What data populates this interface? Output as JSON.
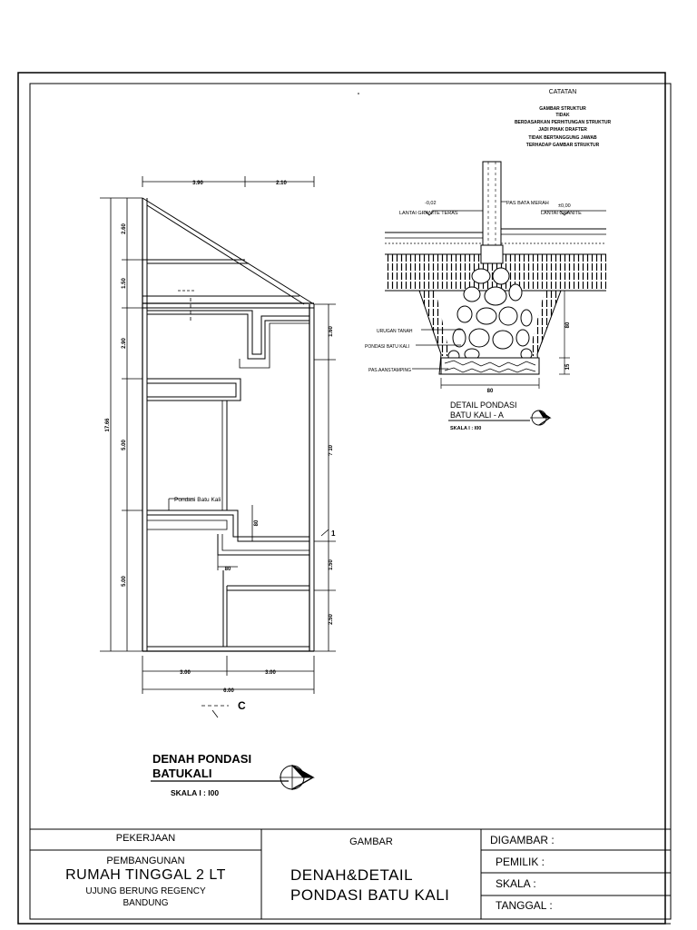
{
  "notes": {
    "title": "CATATAN",
    "lines": [
      "GAMBAR STRUKTUR",
      "TIDAK",
      "BERDASARKAN PERHITUNGAN STRUKTUR",
      "JADI PIHAK DRAFTER",
      "TIDAK BERTANGGUNG JAWAB",
      "TERHADAP GAMBAR STRUKTUR"
    ]
  },
  "plan": {
    "title_line1": "DENAH PONDASI",
    "title_line2": "BATUKALI",
    "scale": "SKALA   I  : I00",
    "top_dims": [
      "3.90",
      "2.10"
    ],
    "bottom_dims": [
      "3.00",
      "3.00"
    ],
    "total_width": "6.00",
    "left_dims": [
      "2.60",
      "1.50",
      "2.90",
      "5.00",
      "5.00"
    ],
    "total_height": "17.66",
    "right_dims": [
      "1.60",
      "1.50",
      "2.50"
    ],
    "right_unclear": "? 10",
    "callout": "Pondasi Batu Kali",
    "small_dims": [
      "80",
      "80"
    ],
    "section_mark": "C",
    "section_mark_right": "1"
  },
  "detail": {
    "title_line1": "DETAIL PONDASI",
    "title_line2": "BATU KALI - A",
    "scale": "SKALA   I  : I00",
    "labels": {
      "level_left": "-0,02",
      "floor_left": "LANTAI GRANITE  TERAS",
      "wall": "PAS BATA MERAH",
      "level_right": "±0,00",
      "floor_right": "LANTAI GRANITE",
      "backfill": "URUGAN TANAH",
      "foundation": "PONDASI BATU KALI",
      "aanstamping": "PAS.AANSTAMPING"
    },
    "dims": {
      "height": "80",
      "base": "15",
      "width": "80"
    }
  },
  "title_block": {
    "pekerjaan_label": "PEKERJAAN",
    "project_line1": "PEMBANGUNAN",
    "project_line2": "RUMAH TINGGAL 2 LT",
    "project_line3": "UJUNG BERUNG REGENCY",
    "project_line4": "BANDUNG",
    "gambar_label": "GAMBAR",
    "drawing_line1": "DENAH&DETAIL",
    "drawing_line2": "PONDASI BATU KALI",
    "digambar_label": "DIGAMBAR  :",
    "pemilik_label": "PEMILIK  :",
    "skala_label": "SKALA     :",
    "tanggal_label": "TANGGAL :"
  }
}
